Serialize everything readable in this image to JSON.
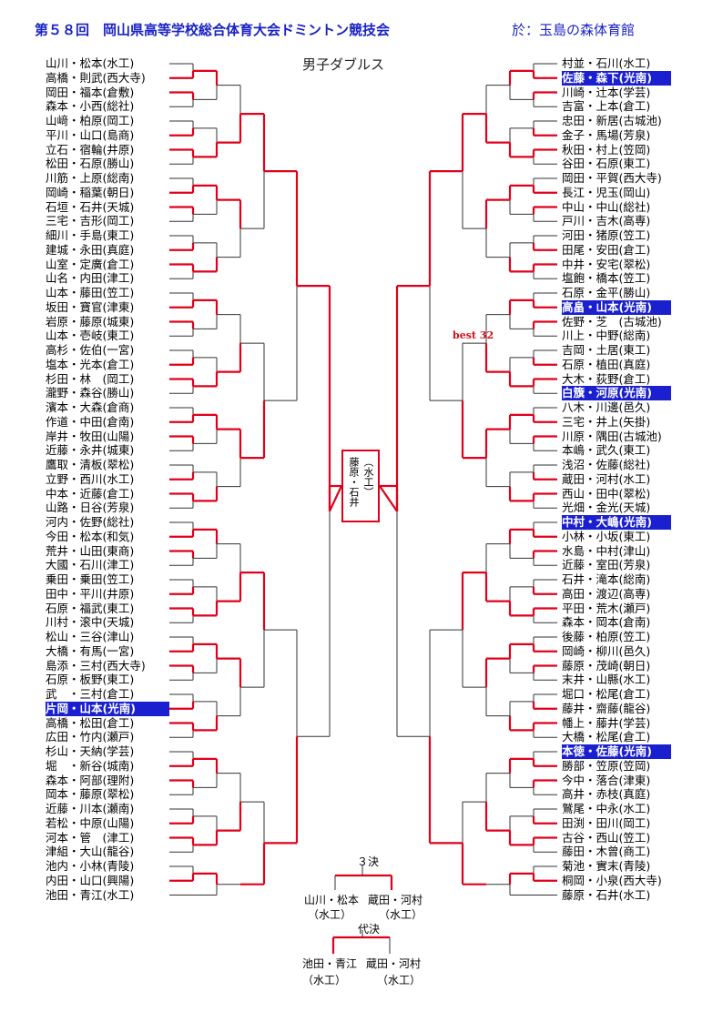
{
  "header": {
    "title": "第５８回　岡山県高等学校総合体育大会ドミントン競技会",
    "venue": "於：玉島の森体育館"
  },
  "subtitle": "男子ダブルス",
  "left_entries": [
    {
      "text": "山川・松本(水工)"
    },
    {
      "text": "高橋・則武(西大寺)"
    },
    {
      "text": "岡田・福本(倉敷)"
    },
    {
      "text": "森本・小西(総社)"
    },
    {
      "text": "山﨑・柏原(岡工)"
    },
    {
      "text": "平川・山口(島商)"
    },
    {
      "text": "立石・宿輪(井原)"
    },
    {
      "text": "松田・石原(勝山)"
    },
    {
      "text": "川筋・上原(総南)"
    },
    {
      "text": "岡崎・稲葉(朝日)"
    },
    {
      "text": "石垣・石井(天城)"
    },
    {
      "text": "三宅・吉形(岡工)"
    },
    {
      "text": "細川・手島(東工)"
    },
    {
      "text": "建城・永田(真庭)"
    },
    {
      "text": "山室・定廣(倉工)"
    },
    {
      "text": "山名・内田(津工)"
    },
    {
      "text": "山本・藤田(笠工)"
    },
    {
      "text": "坂田・寶官(津東)"
    },
    {
      "text": "岩原・藤原(城東)"
    },
    {
      "text": "山本・壱岐(東工)"
    },
    {
      "text": "高杉・佐伯(一宮)"
    },
    {
      "text": "塩本・光本(倉工)"
    },
    {
      "text": "杉田・林　(岡工)"
    },
    {
      "text": "瀧野・森谷(勝山)"
    },
    {
      "text": "濱本・大森(倉商)"
    },
    {
      "text": "作道・中田(倉南)"
    },
    {
      "text": "岸井・牧田(山陽)"
    },
    {
      "text": "近藤・永井(城東)"
    },
    {
      "text": "鷹取・清板(翠松)"
    },
    {
      "text": "立野・西川(水工)"
    },
    {
      "text": "中本・近藤(倉工)"
    },
    {
      "text": "山路・日谷(芳泉)"
    },
    {
      "text": "河内・佐野(総社)"
    },
    {
      "text": "今田・松本(和気)"
    },
    {
      "text": "荒井・山田(東商)"
    },
    {
      "text": "大國・石川(津工)"
    },
    {
      "text": "乗田・乗田(笠工)"
    },
    {
      "text": "田中・平川(井原)"
    },
    {
      "text": "石原・福武(東工)"
    },
    {
      "text": "川村・滚中(天城)"
    },
    {
      "text": "松山・三谷(津山)"
    },
    {
      "text": "大橋・有馬(一宮)"
    },
    {
      "text": "島添・三村(西大寺)"
    },
    {
      "text": "石原・板野(東工)"
    },
    {
      "text": "武　・三村(倉工)"
    },
    {
      "text": "片岡・山本(光南)",
      "hl": true
    },
    {
      "text": "高橋・松田(倉工)"
    },
    {
      "text": "広田・竹内(瀬戸)"
    },
    {
      "text": "杉山・天納(学芸)"
    },
    {
      "text": "堀　・新谷(城南)"
    },
    {
      "text": "森本・阿部(理附)"
    },
    {
      "text": "岡本・藤原(翠松)"
    },
    {
      "text": "近藤・川本(瀬南)"
    },
    {
      "text": "若松・中原(山陽)"
    },
    {
      "text": "河本・管　(津工)"
    },
    {
      "text": "津組・大山(龍谷)"
    },
    {
      "text": "池内・小林(青陵)"
    },
    {
      "text": "内田・山口(興陽)"
    },
    {
      "text": "池田・青江(水工)"
    }
  ],
  "right_entries": [
    {
      "text": "村並・石川(水工)"
    },
    {
      "text": "佐藤・森下(光南)",
      "hl": true
    },
    {
      "text": "川崎・辻本(学芸)"
    },
    {
      "text": "吉富・上本(倉工)"
    },
    {
      "text": "忠田・新居(古城池)"
    },
    {
      "text": "金子・馬場(芳泉)"
    },
    {
      "text": "秋田・村上(笠岡)"
    },
    {
      "text": "谷田・石原(東工)"
    },
    {
      "text": "岡田・平賀(西大寺)"
    },
    {
      "text": "長江・児玉(岡山)"
    },
    {
      "text": "中山・中山(総社)"
    },
    {
      "text": "戸川・吉木(高専)"
    },
    {
      "text": "河田・猪原(笠工)"
    },
    {
      "text": "田尾・安田(倉工)"
    },
    {
      "text": "中井・安宅(翠松)"
    },
    {
      "text": "塩飽・橋本(笠工)"
    },
    {
      "text": "石原・金平(勝山)"
    },
    {
      "text": "高畠・山本(光南)",
      "hl": true
    },
    {
      "text": "佐野・芝　(古城池)"
    },
    {
      "text": "川上・中野(総南)"
    },
    {
      "text": "吉岡・土居(東工)"
    },
    {
      "text": "石原・植田(真庭)"
    },
    {
      "text": "大木・荻野(倉工)"
    },
    {
      "text": "白籏・河原(光南)",
      "hl": true
    },
    {
      "text": "八木・川邊(邑久)"
    },
    {
      "text": "三宅・井上(矢掛)"
    },
    {
      "text": "川原・隅田(古城池)"
    },
    {
      "text": "本嶋・武久(東工)"
    },
    {
      "text": "浅沼・佐藤(総社)"
    },
    {
      "text": "蔵田・河村(水工)"
    },
    {
      "text": "西山・田中(翠松)"
    },
    {
      "text": "光畑・金光(天城)"
    },
    {
      "text": "中村・大嶋(光南)",
      "hl": true
    },
    {
      "text": "小林・小坂(東工)"
    },
    {
      "text": "水島・中村(津山)"
    },
    {
      "text": "近藤・室田(芳泉)"
    },
    {
      "text": "石井・滝本(総南)"
    },
    {
      "text": "高田・渡辺(高専)"
    },
    {
      "text": "平田・荒木(瀬戸)"
    },
    {
      "text": "森本・岡本(倉南)"
    },
    {
      "text": "後藤・柏原(笠工)"
    },
    {
      "text": "岡崎・柳川(邑久)"
    },
    {
      "text": "藤原・茂崎(朝日)"
    },
    {
      "text": "末井・山縣(水工)"
    },
    {
      "text": "堀口・松尾(倉工)"
    },
    {
      "text": "藤井・齋藤(龍谷)"
    },
    {
      "text": "幡上・藤井(学芸)"
    },
    {
      "text": "大橋・松尾(倉工)"
    },
    {
      "text": "本徳・佐藤(光南)",
      "hl": true
    },
    {
      "text": "勝部・笠原(笠岡)"
    },
    {
      "text": "今中・落合(津東)"
    },
    {
      "text": "高井・赤枝(真庭)"
    },
    {
      "text": "鷲尾・中永(水工)"
    },
    {
      "text": "田渕・田川(岡工)"
    },
    {
      "text": "古谷・西山(笠工)"
    },
    {
      "text": "藤田・木曾(商工)"
    },
    {
      "text": "菊池・實末(青陵)"
    },
    {
      "text": "桐岡・小泉(西大寺)"
    },
    {
      "text": "藤原・石井(水工)"
    }
  ],
  "champion": {
    "names": "藤原・石井",
    "school": "（水工）"
  },
  "best32_label": "best 32",
  "third_place": {
    "label": "３決",
    "left_names": "山川・松本",
    "left_school": "（水工）",
    "right_names": "蔵田・河村",
    "right_school": "（水工）"
  },
  "rep_match": {
    "label": "代決",
    "left_names": "池田・青江",
    "left_school": "（水工）",
    "right_names": "蔵田・河村",
    "right_school": "（水工）"
  },
  "colors": {
    "winner_line": "#e0001b",
    "bracket_line": "#333333",
    "highlight_bg": "#1a1fd0",
    "title": "#1a23c4"
  }
}
